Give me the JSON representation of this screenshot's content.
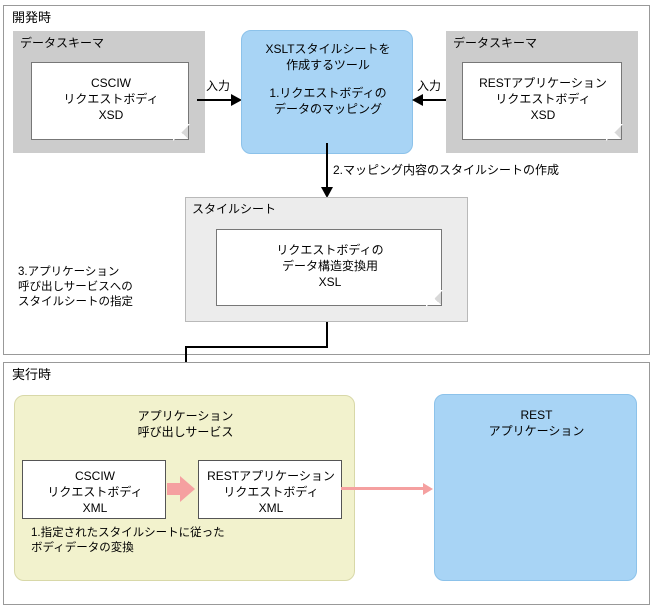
{
  "diagram": {
    "title": "XSLT stylesheet request body transformation flow",
    "colors": {
      "blue_fill": "#a8d4f5",
      "yellow_fill": "#f2f2cd",
      "gray_group": "#cccccc",
      "light_gray_group": "#ececec",
      "pink_arrow": "#f5a0a0",
      "connector": "#000000"
    }
  },
  "development_phase": {
    "label": "開発時",
    "schema_left": {
      "group_label": "データスキーマ",
      "doc_text": "CSCIW\nリクエストボディ\nXSD"
    },
    "schema_right": {
      "group_label": "データスキーマ",
      "doc_text": "RESTアプリケーション\nリクエストボディ\nXSD"
    },
    "tool": {
      "title": "XSLTスタイルシートを\n作成するツール",
      "step": "1.リクエストボディの\nデータのマッピング"
    },
    "input_label_left": "入力",
    "input_label_right": "入力",
    "step2_label": "2.マッピング内容のスタイルシートの作成",
    "step3_label": "3.アプリケーション\n  呼び出しサービスへの\n  スタイルシートの指定",
    "stylesheet": {
      "group_label": "スタイルシート",
      "doc_text": "リクエストボディの\nデータ構造変換用\nXSL"
    }
  },
  "runtime_phase": {
    "label": "実行時",
    "invocation_service": {
      "title": "アプリケーション\n呼び出しサービス",
      "source_box": "CSCIW\nリクエストボディ\nXML",
      "target_box": "RESTアプリケーション\nリクエストボディ\nXML",
      "step": "1.指定されたスタイルシートに従った\n  ボディデータの変換"
    },
    "rest_application": {
      "title": "REST\nアプリケーション"
    }
  }
}
